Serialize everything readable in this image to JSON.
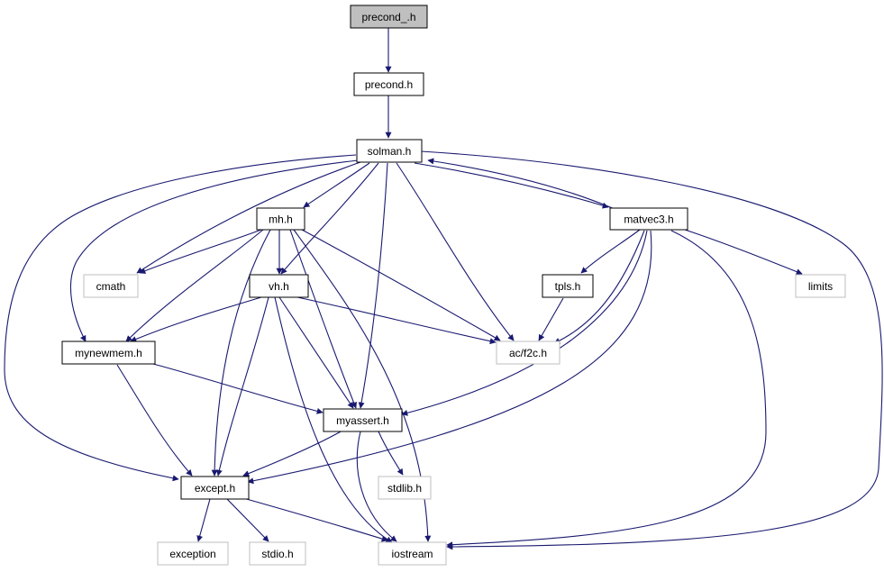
{
  "graph": {
    "nodes": [
      {
        "id": "precond_h_root",
        "label": "precond_.h",
        "style": "root"
      },
      {
        "id": "precond_h",
        "label": "precond.h",
        "style": "normal"
      },
      {
        "id": "solman_h",
        "label": "solman.h",
        "style": "normal"
      },
      {
        "id": "mh_h",
        "label": "mh.h",
        "style": "normal"
      },
      {
        "id": "matvec3_h",
        "label": "matvec3.h",
        "style": "normal"
      },
      {
        "id": "cmath",
        "label": "cmath",
        "style": "external"
      },
      {
        "id": "vh_h",
        "label": "vh.h",
        "style": "normal"
      },
      {
        "id": "tpls_h",
        "label": "tpls.h",
        "style": "normal"
      },
      {
        "id": "limits",
        "label": "limits",
        "style": "external"
      },
      {
        "id": "mynewmem_h",
        "label": "mynewmem.h",
        "style": "normal"
      },
      {
        "id": "ac_f2c_h",
        "label": "ac/f2c.h",
        "style": "external"
      },
      {
        "id": "myassert_h",
        "label": "myassert.h",
        "style": "normal"
      },
      {
        "id": "except_h",
        "label": "except.h",
        "style": "normal"
      },
      {
        "id": "stdlib_h",
        "label": "stdlib.h",
        "style": "external"
      },
      {
        "id": "exception",
        "label": "exception",
        "style": "external"
      },
      {
        "id": "stdio_h",
        "label": "stdio.h",
        "style": "external"
      },
      {
        "id": "iostream",
        "label": "iostream",
        "style": "external"
      }
    ],
    "edges": [
      {
        "from": "precond_h_root",
        "to": "precond_h"
      },
      {
        "from": "precond_h",
        "to": "solman_h"
      },
      {
        "from": "solman_h",
        "to": "mh_h"
      },
      {
        "from": "solman_h",
        "to": "matvec3_h"
      },
      {
        "from": "solman_h",
        "to": "cmath"
      },
      {
        "from": "solman_h",
        "to": "vh_h"
      },
      {
        "from": "solman_h",
        "to": "mynewmem_h"
      },
      {
        "from": "solman_h",
        "to": "ac_f2c_h"
      },
      {
        "from": "solman_h",
        "to": "myassert_h"
      },
      {
        "from": "solman_h",
        "to": "except_h"
      },
      {
        "from": "solman_h",
        "to": "iostream"
      },
      {
        "from": "matvec3_h",
        "to": "solman_h"
      },
      {
        "from": "mh_h",
        "to": "cmath"
      },
      {
        "from": "mh_h",
        "to": "vh_h"
      },
      {
        "from": "mh_h",
        "to": "mynewmem_h"
      },
      {
        "from": "mh_h",
        "to": "ac_f2c_h"
      },
      {
        "from": "mh_h",
        "to": "myassert_h"
      },
      {
        "from": "mh_h",
        "to": "except_h"
      },
      {
        "from": "mh_h",
        "to": "iostream"
      },
      {
        "from": "vh_h",
        "to": "mynewmem_h"
      },
      {
        "from": "vh_h",
        "to": "ac_f2c_h"
      },
      {
        "from": "vh_h",
        "to": "myassert_h"
      },
      {
        "from": "vh_h",
        "to": "except_h"
      },
      {
        "from": "vh_h",
        "to": "iostream"
      },
      {
        "from": "matvec3_h",
        "to": "tpls_h"
      },
      {
        "from": "matvec3_h",
        "to": "limits"
      },
      {
        "from": "matvec3_h",
        "to": "ac_f2c_h"
      },
      {
        "from": "matvec3_h",
        "to": "myassert_h"
      },
      {
        "from": "matvec3_h",
        "to": "except_h"
      },
      {
        "from": "matvec3_h",
        "to": "iostream"
      },
      {
        "from": "tpls_h",
        "to": "ac_f2c_h"
      },
      {
        "from": "mynewmem_h",
        "to": "myassert_h"
      },
      {
        "from": "mynewmem_h",
        "to": "except_h"
      },
      {
        "from": "myassert_h",
        "to": "except_h"
      },
      {
        "from": "myassert_h",
        "to": "stdlib_h"
      },
      {
        "from": "myassert_h",
        "to": "iostream"
      },
      {
        "from": "except_h",
        "to": "exception"
      },
      {
        "from": "except_h",
        "to": "stdio_h"
      },
      {
        "from": "except_h",
        "to": "iostream"
      }
    ]
  },
  "colors": {
    "edge": "#191970",
    "root_fill": "#bfbfbf",
    "normal_border": "#000000",
    "external_border": "#bfbfbf",
    "text": "#000000"
  }
}
